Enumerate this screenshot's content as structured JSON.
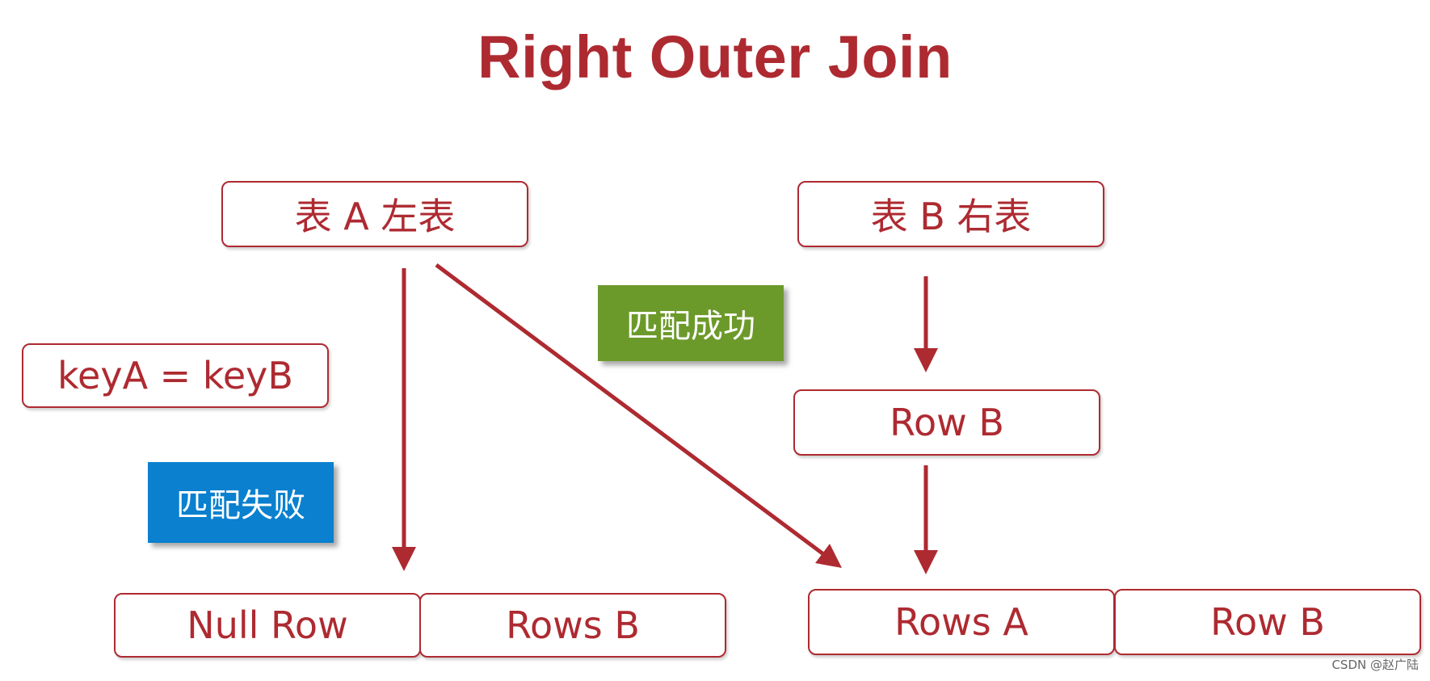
{
  "title": "Right Outer Join",
  "boxes": {
    "table_a": "表 A 左表",
    "table_b": "表 B 右表",
    "condition": "keyA = keyB",
    "row_b_mid": "Row B",
    "null_row": "Null Row",
    "rows_b": "Rows B",
    "rows_a": "Rows A",
    "row_b_result": "Row B"
  },
  "tags": {
    "match_success": "匹配成功",
    "match_fail": "匹配失败"
  },
  "colors": {
    "accent": "#ae2a31",
    "success": "#6c9a2a",
    "fail": "#0a80cf"
  },
  "watermark": "CSDN @赵广陆"
}
